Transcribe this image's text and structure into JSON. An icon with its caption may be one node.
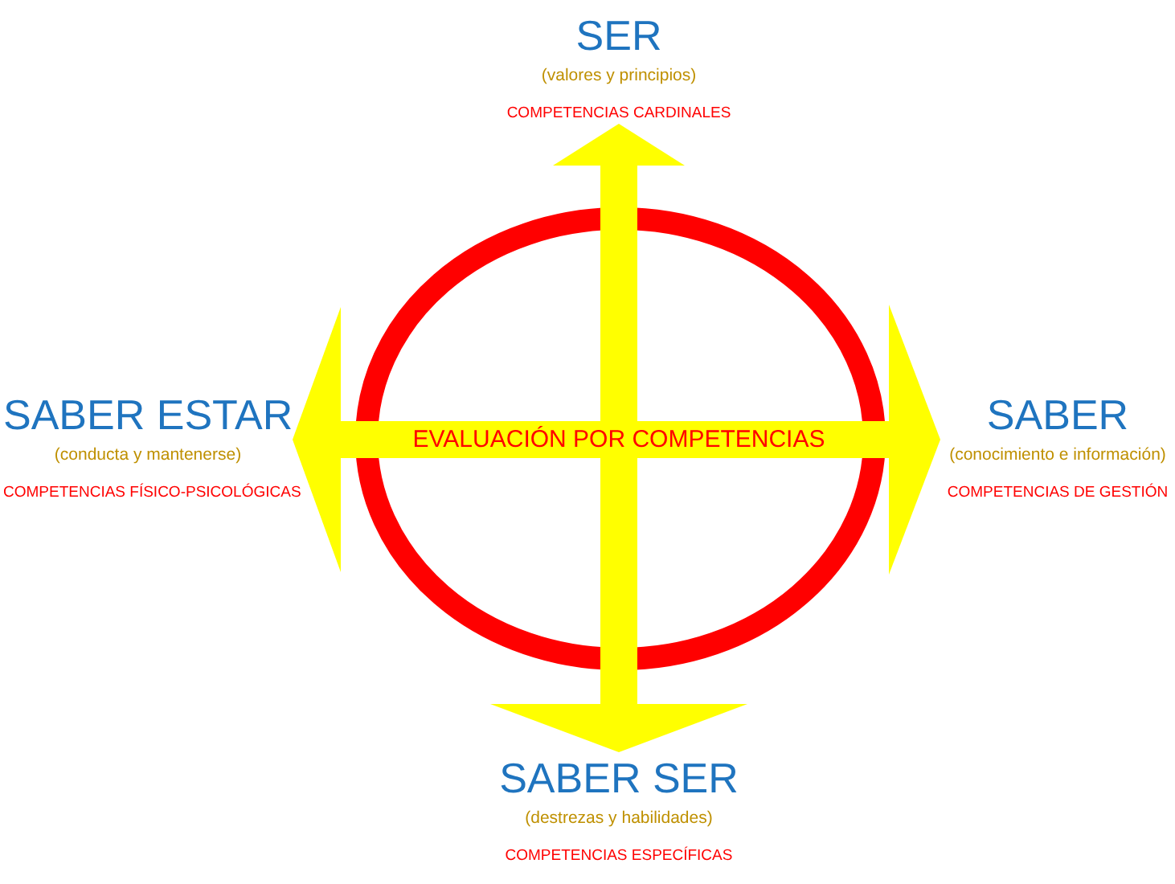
{
  "diagram": {
    "nodes": [
      {
        "text": [
          "SER",
          "(valores y principios)",
          "COMPETENCIAS CARDINALES"
        ]
      },
      {
        "text": [
          "SABER ESTAR",
          "(conducta y mantenerse)",
          "COMPETENCIAS FÍSICO-PSICOLÓGICAS"
        ]
      },
      {
        "text": [
          "EVALUACIÓN POR COMPETENCIAS"
        ]
      },
      {
        "text": [
          "SABER",
          "(conocimiento e información)",
          "COMPETENCIAS DE GESTIÓN"
        ]
      },
      {
        "text": [
          "SABER SER",
          "(destrezas y habilidades)",
          "COMPETENCIAS ESPECÍFICAS"
        ]
      }
    ],
    "edges": [
      {
        "from": 2,
        "to": 0,
        "arrow": "to"
      },
      {
        "from": 2,
        "to": 1,
        "arrow": "to"
      },
      {
        "from": 2,
        "to": 3,
        "arrow": "to"
      },
      {
        "from": 2,
        "to": 4,
        "arrow": "to"
      }
    ]
  }
}
